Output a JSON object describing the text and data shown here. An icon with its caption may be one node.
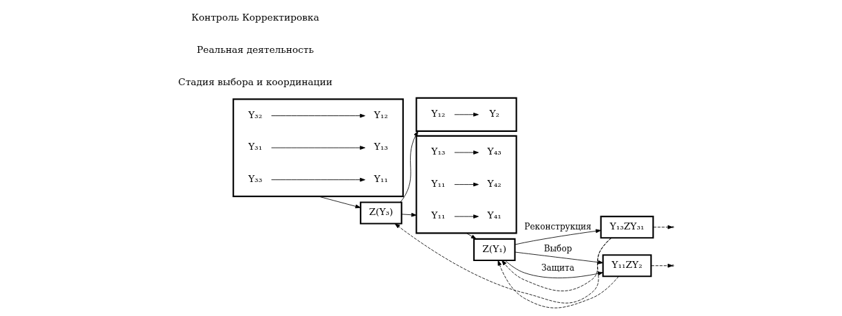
{
  "diagram": {
    "nodes": [
      {
        "text": [],
        "shape": "box"
      },
      {
        "text": [
          "Y₃₃"
        ],
        "in": 0
      },
      {
        "text": [
          "Y₁₁"
        ],
        "in": 0
      },
      {
        "text": [
          "Y₃₁"
        ],
        "in": 0
      },
      {
        "text": [
          "Y₁₃"
        ],
        "in": 0
      },
      {
        "text": [
          "Y₃₂"
        ],
        "in": 0
      },
      {
        "text": [
          "Y₁₂"
        ],
        "in": 0
      },
      {
        "text": [
          "Z(Y₃)"
        ]
      },
      {
        "text": [],
        "shape": "box"
      },
      {
        "text": [
          "Y₁₂"
        ],
        "in": 8
      },
      {
        "text": [
          "Y₂"
        ],
        "in": 8
      },
      {
        "text": [],
        "shape": "box"
      },
      {
        "text": [
          "Y₁₁"
        ],
        "in": 11
      },
      {
        "text": [
          "Y₄₁"
        ],
        "in": 11
      },
      {
        "text": [
          "Y₁₁"
        ],
        "in": 11
      },
      {
        "text": [
          "Y₄₂"
        ],
        "in": 11
      },
      {
        "text": [
          "Y₁₃"
        ],
        "in": 11
      },
      {
        "text": [
          "Y₄₃"
        ],
        "in": 11
      },
      {
        "text": [
          "Z(Y₁)"
        ]
      },
      {
        "text": [
          "Y₁₃ZY₃₁"
        ]
      },
      {
        "text": [
          "Y₁₁ZY₂"
        ]
      }
    ],
    "edges": [
      {
        "from": 1,
        "to": 2,
        "arrow": "to"
      },
      {
        "from": 3,
        "to": 4,
        "arrow": "to"
      },
      {
        "from": 5,
        "to": 6,
        "arrow": "to"
      },
      {
        "from": 0,
        "to": 7,
        "arrow": "to"
      },
      {
        "from": 7,
        "to": 8,
        "arrow": "to"
      },
      {
        "from": 7,
        "to": 11,
        "arrow": "to"
      },
      {
        "from": 9,
        "to": 10,
        "arrow": "to"
      },
      {
        "from": 12,
        "to": 13,
        "arrow": "to"
      },
      {
        "from": 14,
        "to": 15,
        "arrow": "to"
      },
      {
        "from": 16,
        "to": 17,
        "arrow": "to"
      },
      {
        "from": 11,
        "to": 18,
        "arrow": "to"
      },
      {
        "from": 18,
        "to": 19,
        "arrow": "to",
        "label": "Реконструкция"
      },
      {
        "from": 18,
        "to": 20,
        "arrow": "to",
        "label": "Выбор"
      },
      {
        "from": 18,
        "to": 20,
        "arrow": "to",
        "label": "Защита"
      },
      {
        "from": 19,
        "to": 7,
        "arrow": "to",
        "style": "dashed"
      },
      {
        "from": 19,
        "to": 18,
        "arrow": "to",
        "style": "dashed"
      },
      {
        "from": 19,
        "to": null,
        "arrow": "to",
        "style": "dashed"
      },
      {
        "from": 20,
        "to": 18,
        "arrow": "to",
        "style": "dashed"
      },
      {
        "from": 20,
        "to": null,
        "arrow": "to",
        "style": "dashed"
      }
    ],
    "labels": [
      "Стадия выбора и координации",
      "Реальная деятельность",
      "Контроль Корректировка"
    ]
  }
}
